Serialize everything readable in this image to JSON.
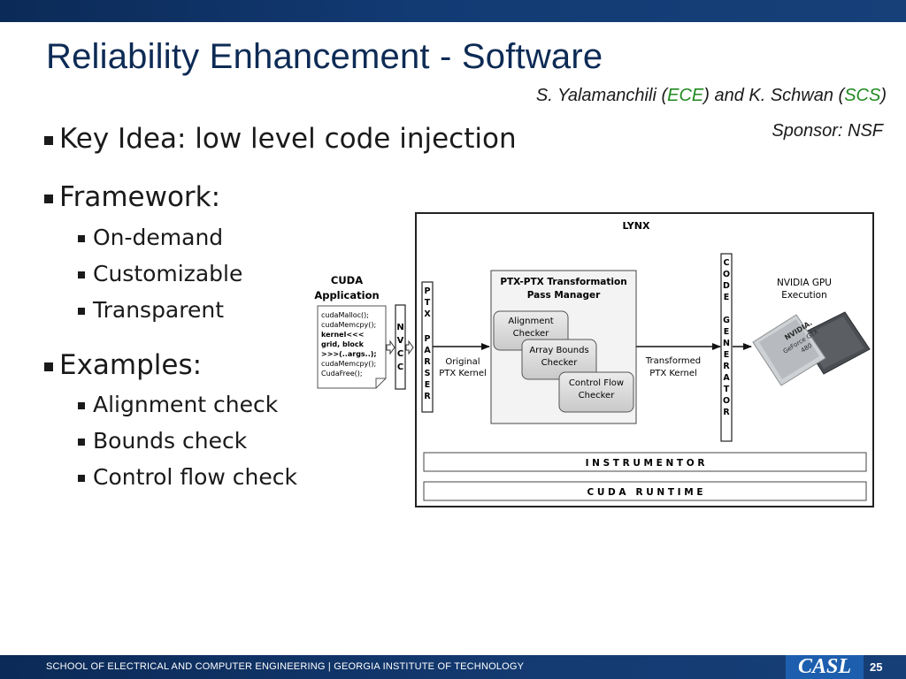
{
  "slide": {
    "title": "Reliability Enhancement - Software",
    "authors": {
      "part1": "S. Yalamanchili (",
      "dept1": "ECE",
      "part2": ") and K. Schwan (",
      "dept2": "SCS",
      "part3": ")"
    },
    "sponsor": "Sponsor: NSF",
    "colors": {
      "title": "#0d2b55",
      "dept": "#1f8a1f",
      "bar": "#0b2a57",
      "casl": "#1d5fae"
    }
  },
  "bullets": {
    "key_idea": "Key Idea: low level code injection",
    "framework": "Framework:",
    "framework_items": [
      "On-demand",
      "Customizable",
      "Transparent"
    ],
    "examples": "Examples:",
    "example_items": [
      "Alignment check",
      "Bounds check",
      "Control flow check"
    ]
  },
  "diagram": {
    "lynx": "LYNX",
    "cuda_app": [
      "CUDA",
      "Application"
    ],
    "code_lines": [
      "cudaMalloc();",
      "cudaMemcpy();",
      "kernel<<<",
      "grid, block",
      ">>>(..args..);",
      "cudaMemcpy();",
      "CudaFree();"
    ],
    "nvcc": [
      "N",
      "V",
      "C",
      "C"
    ],
    "ptx_parser": [
      "P",
      "T",
      "X",
      "",
      "P",
      "A",
      "R",
      "S",
      "E",
      "R"
    ],
    "original_kernel": [
      "Original",
      "PTX Kernel"
    ],
    "pass_manager": [
      "PTX-PTX Transformation",
      "Pass Manager"
    ],
    "checkers": [
      [
        "Alignment",
        "Checker"
      ],
      [
        "Array Bounds",
        "Checker"
      ],
      [
        "Control Flow",
        "Checker"
      ]
    ],
    "transformed_kernel": [
      "Transformed",
      "PTX Kernel"
    ],
    "code_generator": [
      "C",
      "O",
      "D",
      "E",
      "",
      "G",
      "E",
      "N",
      "E",
      "R",
      "A",
      "T",
      "O",
      "R"
    ],
    "gpu_label": [
      "NVIDIA GPU",
      "Execution"
    ],
    "chip_text": [
      "NVIDIA.",
      "GeForce GTX",
      "480"
    ],
    "instrumentor": "I N S T R U M E N T O R",
    "cuda_runtime": "C U D A   R U N T I M E"
  },
  "footer": {
    "text": "SCHOOL OF ELECTRICAL AND COMPUTER ENGINEERING | GEORGIA INSTITUTE OF TECHNOLOGY",
    "logo": "CASL",
    "page": "25"
  }
}
